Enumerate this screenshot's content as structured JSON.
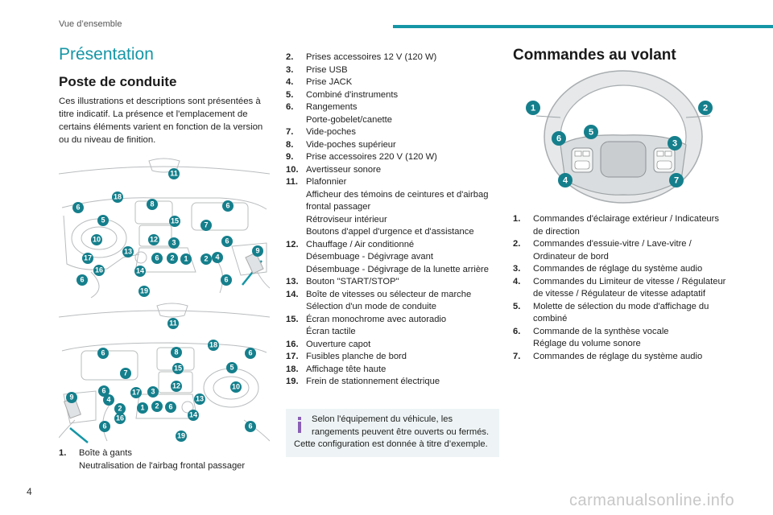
{
  "header": {
    "section": "Vue d’ensemble"
  },
  "left": {
    "title": "Présentation",
    "subtitle": "Poste de conduite",
    "intro": "Ces illustrations et descriptions sont présentées à titre indicatif. La présence et l'emplacement de certains éléments varient en fonction de la version ou du niveau de finition."
  },
  "fig_top_labels": [
    "11",
    "8",
    "18",
    "6",
    "6",
    "5",
    "15",
    "7",
    "10",
    "12",
    "3",
    "6",
    "9",
    "13",
    "17",
    "16",
    "14",
    "6",
    "2",
    "1",
    "2",
    "4",
    "6",
    "6",
    "19"
  ],
  "fig_bottom_labels": [
    "11",
    "18",
    "8",
    "6",
    "6",
    "15",
    "5",
    "7",
    "10",
    "12",
    "6",
    "3",
    "17",
    "4",
    "9",
    "2",
    "1",
    "2",
    "6",
    "13",
    "16",
    "14",
    "6",
    "6",
    "19"
  ],
  "wheel_labels": [
    "1",
    "2",
    "6",
    "5",
    "3",
    "4",
    "7"
  ],
  "left_list": [
    {
      "num": "1.",
      "lines": [
        "Boîte à gants",
        "Neutralisation de l'airbag frontal passager"
      ]
    }
  ],
  "mid_list": [
    {
      "num": "2.",
      "lines": [
        "Prises accessoires 12 V (120 W)"
      ]
    },
    {
      "num": "3.",
      "lines": [
        "Prise USB"
      ]
    },
    {
      "num": "4.",
      "lines": [
        "Prise JACK"
      ]
    },
    {
      "num": "5.",
      "lines": [
        "Combiné d'instruments"
      ]
    },
    {
      "num": "6.",
      "lines": [
        "Rangements",
        "Porte-gobelet/canette"
      ]
    },
    {
      "num": "7.",
      "lines": [
        "Vide-poches"
      ]
    },
    {
      "num": "8.",
      "lines": [
        "Vide-poches supérieur"
      ]
    },
    {
      "num": "9.",
      "lines": [
        "Prise accessoires 220 V (120 W)"
      ]
    },
    {
      "num": "10.",
      "lines": [
        "Avertisseur sonore"
      ]
    },
    {
      "num": "11.",
      "lines": [
        "Plafonnier",
        "Afficheur des témoins de ceintures et d'airbag frontal passager",
        "Rétroviseur intérieur",
        "Boutons d'appel d'urgence et d'assistance"
      ]
    },
    {
      "num": "12.",
      "lines": [
        "Chauffage / Air conditionné",
        "Désembuage - Dégivrage avant",
        "Désembuage - Dégivrage de la lunette arrière"
      ]
    },
    {
      "num": "13.",
      "lines": [
        "Bouton \"START/STOP\""
      ]
    },
    {
      "num": "14.",
      "lines": [
        "Boîte de vitesses ou sélecteur de marche",
        "Sélection d'un mode de conduite"
      ]
    },
    {
      "num": "15.",
      "lines": [
        "Écran monochrome avec autoradio",
        "Écran tactile"
      ]
    },
    {
      "num": "16.",
      "lines": [
        "Ouverture capot"
      ]
    },
    {
      "num": "17.",
      "lines": [
        "Fusibles planche de bord"
      ]
    },
    {
      "num": "18.",
      "lines": [
        "Affichage tête haute"
      ]
    },
    {
      "num": "19.",
      "lines": [
        "Frein de stationnement électrique"
      ]
    }
  ],
  "note": {
    "line1": "Selon l'équipement du véhicule, les rangements peuvent être ouverts ou fermés.",
    "line2": "Cette configuration est donnée à titre d’exemple."
  },
  "right": {
    "title": "Commandes au volant",
    "list": [
      {
        "num": "1.",
        "lines": [
          "Commandes d'éclairage extérieur / Indicateurs de direction"
        ]
      },
      {
        "num": "2.",
        "lines": [
          "Commandes d'essuie-vitre / Lave-vitre / Ordinateur de bord"
        ]
      },
      {
        "num": "3.",
        "lines": [
          "Commandes de réglage du système audio"
        ]
      },
      {
        "num": "4.",
        "lines": [
          "Commandes du Limiteur de vitesse / Régulateur de vitesse / Régulateur de vitesse adaptatif"
        ]
      },
      {
        "num": "5.",
        "lines": [
          "Molette de sélection du mode d'affichage du combiné"
        ]
      },
      {
        "num": "6.",
        "lines": [
          "Commande de la synthèse vocale",
          "Réglage du volume sonore"
        ]
      },
      {
        "num": "7.",
        "lines": [
          "Commandes de réglage du système audio"
        ]
      }
    ]
  },
  "footer": {
    "page": "4",
    "watermark": "carmanualsonline.info"
  },
  "colors": {
    "accent": "#1596a6",
    "badge": "#157f8c",
    "note_bg": "#eef4f5"
  }
}
